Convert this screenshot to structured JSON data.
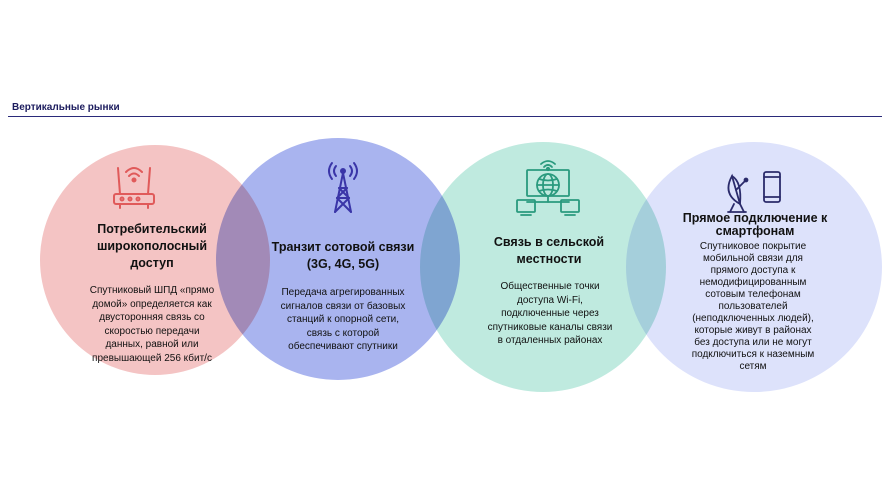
{
  "header": {
    "title": "Вертикальные рынки"
  },
  "icons": {
    "router": "router-icon",
    "tower": "cell-tower-icon",
    "rural": "rural-wifi-icon",
    "satellite_phone": "satellite-phone-icon"
  },
  "colors": {
    "consumer": "#f4c4c4",
    "cellular": "#a9b4ef",
    "rural": "#bfeadf",
    "smartphone": "#dde2fb",
    "rule": "#2a2a7a"
  },
  "segments": [
    {
      "title": "Потребительский\nширокополосный\nдоступ",
      "description": "Спутниковый ШПД «прямо\nдомой» определяется как\nдвусторонняя связь со\nскоростью передачи\nданных, равной или\nпревышающей 256 кбит/с"
    },
    {
      "title": "Транзит сотовой связи\n(3G, 4G, 5G)",
      "description": "Передача агрегированных\nсигналов связи от базовых\nстанций к опорной сети,\nсвязь с которой\nобеспечивают спутники"
    },
    {
      "title": "Связь в сельской\nместности",
      "description": "Общественные точки\nдоступа Wi-Fi,\nподключенные через\nспутниковые каналы связи\nв отдаленных районах"
    },
    {
      "title": "Прямое подключение к\nсмартфонам",
      "description": "Спутниковое покрытие\nмобильной связи для\nпрямого доступа к\nнемодифицированным\nсотовым телефонам\nпользователей\n(неподключенных людей),\nкоторые живут в районах\nбез доступа или не могут\nподключиться к наземным\nсетям"
    }
  ]
}
